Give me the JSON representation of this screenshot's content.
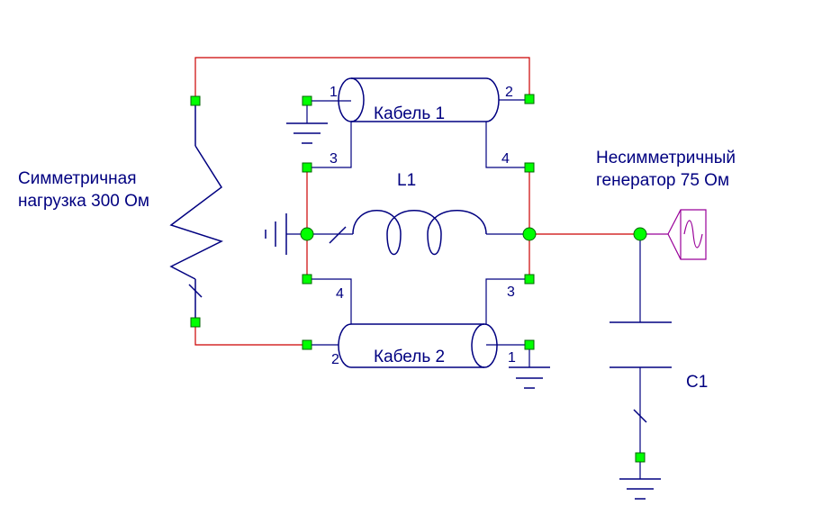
{
  "labels": {
    "load_line1": "Симметричная",
    "load_line2": "нагрузка 300 Ом",
    "cable1": "Кабель 1",
    "cable2": "Кабель 2",
    "inductor": "L1",
    "gen_line1": "Несимметричный",
    "gen_line2": "генератор 75 Ом",
    "capacitor": "C1"
  },
  "pins": {
    "c1_p1": "1",
    "c1_p2": "2",
    "c1_p3": "3",
    "c1_p4": "4",
    "c2_p1": "1",
    "c2_p2": "2",
    "c2_p3": "3",
    "c2_p4": "4"
  },
  "colors": {
    "wire_red": "#cc0000",
    "wire_blue": "#000080",
    "node_green": "#00ff00",
    "generator": "#990099"
  }
}
